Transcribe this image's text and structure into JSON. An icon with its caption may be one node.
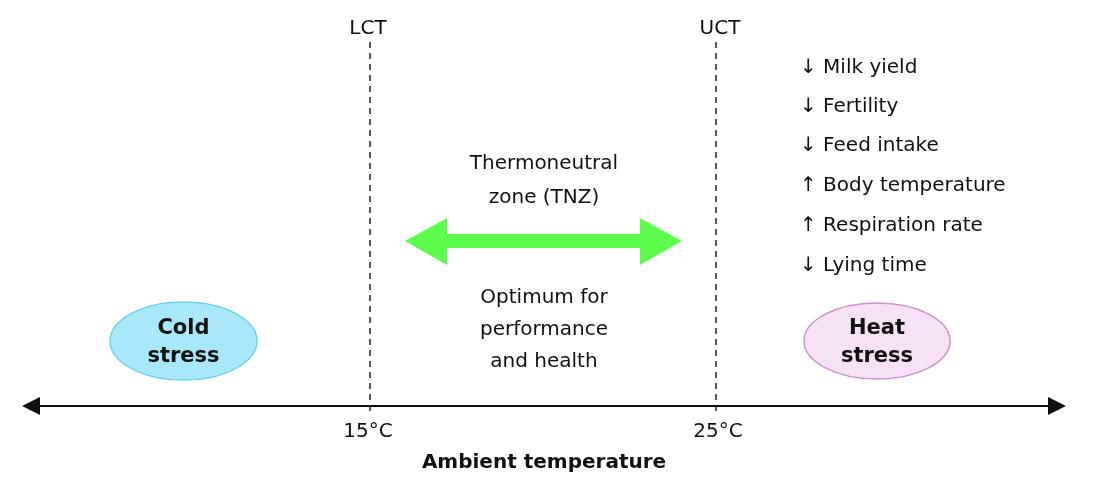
{
  "diagram": {
    "nodes": [
      {
        "text": [
          "Cold stress"
        ]
      },
      {
        "text": [
          "Heat stress"
        ]
      }
    ],
    "labels": [
      "LCT",
      "UCT",
      "↓ Milk yield",
      "↓ Fertility",
      "↓ Feed intake",
      "Thermoneutral zone (TNZ)",
      "↑ Body temperature",
      "↑ Respiration rate",
      "↓ Lying time",
      "Optimum for performance and health",
      "15°C",
      "25°C",
      "Ambient temperature"
    ]
  }
}
